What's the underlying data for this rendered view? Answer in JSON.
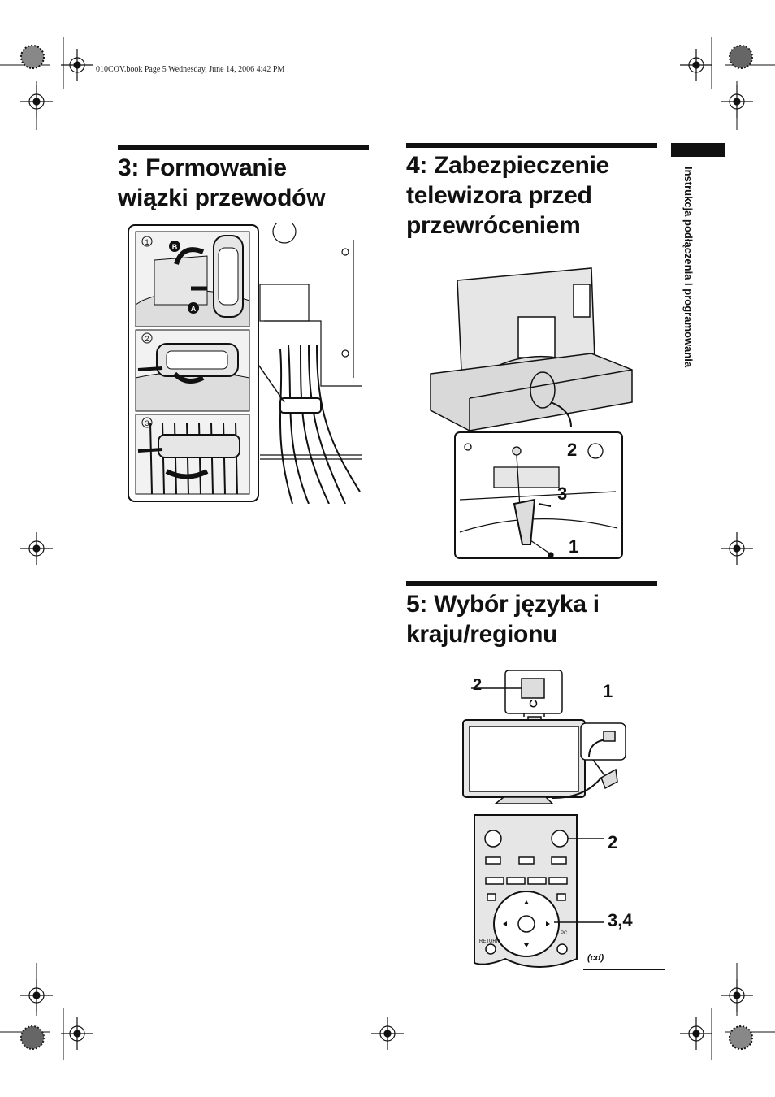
{
  "header": {
    "line": "010COV.book  Page 5  Wednesday, June 14, 2006  4:42 PM"
  },
  "sections": [
    {
      "title_line1": "3: Formowanie",
      "title_line2": "wiązki przewodów"
    },
    {
      "title_line1": "4: Zabezpieczenie",
      "title_line2": "telewizora przed",
      "title_line3": "przewróceniem"
    },
    {
      "title_line1": "5: Wybór języka i",
      "title_line2": "kraju/regionu"
    }
  ],
  "side_tab": {
    "text": "Instrukcja podłączenia i programowania"
  },
  "figure3": {
    "step1": "1",
    "step2": "2",
    "step3": "3",
    "marker_a": "A",
    "marker_b": "B"
  },
  "figure4": {
    "callout_2": "2",
    "callout_3": "3",
    "callout_1": "1"
  },
  "figure5": {
    "callout_tv_2": "2",
    "callout_plug_1": "1",
    "callout_remote_2": "2",
    "callout_remote_34": "3,4",
    "remote_return": "RETURN",
    "remote_pc": "PC",
    "footer_cd": "(cd)"
  },
  "colors": {
    "ink": "#111111",
    "panel_fill": "#e6e6e6",
    "light_grey": "#d4d4d4"
  }
}
